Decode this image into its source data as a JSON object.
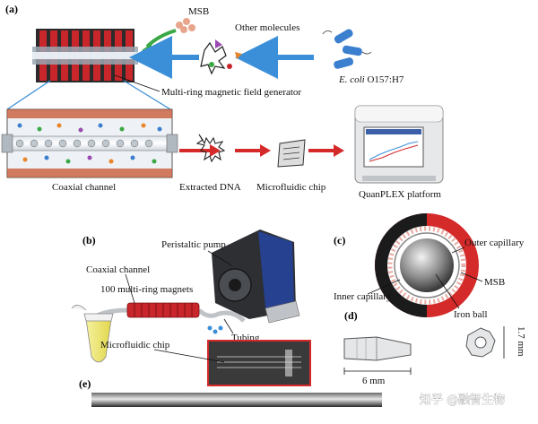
{
  "panels": {
    "a": "(a)",
    "b": "(b)",
    "c": "(c)",
    "d": "(d)",
    "e": "(e)"
  },
  "labels": {
    "msb": "MSB",
    "other_molecules": "Other molecules",
    "ecoli_italic": "E. coli",
    "ecoli_rest": " O157:H7",
    "generator": "Multi-ring magnetic field generator",
    "coaxial_channel_a": "Coaxial channel",
    "extracted_dna": "Extracted DNA",
    "microfluidic_chip_a": "Microfluidic chip",
    "quanplex": "QuanPLEX platform",
    "peristaltic_pump": "Peristaltic pump",
    "coaxial_channel_b": "Coaxial channel",
    "magnets": "100 multi-ring magnets",
    "tubing": "Tubing",
    "microfluidic_chip_b": "Microfluidic chip",
    "outer_capillary": "Outer capillary",
    "inner_capillary": "Inner capillary",
    "msb_c": "MSB",
    "iron_ball": "Iron ball",
    "dim_length": "6 mm",
    "dim_height": "1.7 mm",
    "watermark": "知乎 @融智生物"
  },
  "colors": {
    "accent_red": "#d42a2a",
    "arrow_blue": "#3b8fd8",
    "arrow_green": "#3aa844",
    "magnet_red": "#c8262a",
    "dna_black": "#222222"
  }
}
